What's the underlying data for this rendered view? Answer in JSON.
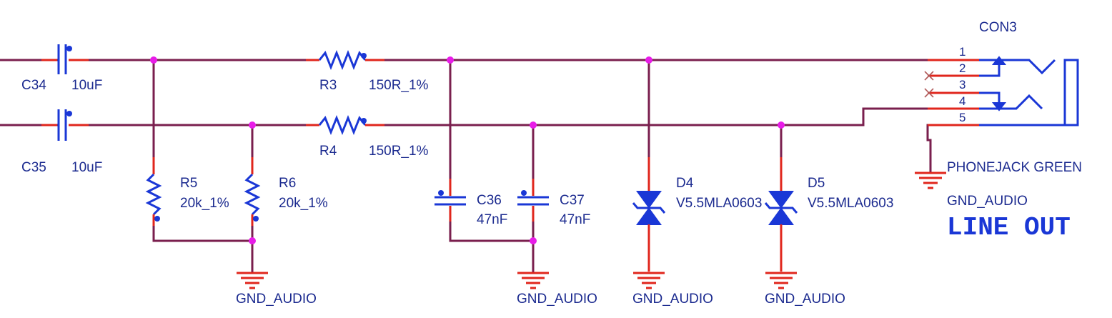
{
  "title": "LINE OUT",
  "capacitors": [
    {
      "ref": "C34",
      "value": "10uF"
    },
    {
      "ref": "C35",
      "value": "10uF"
    },
    {
      "ref": "C36",
      "value": "47nF"
    },
    {
      "ref": "C37",
      "value": "47nF"
    }
  ],
  "resistors": [
    {
      "ref": "R3",
      "value": "150R_1%"
    },
    {
      "ref": "R4",
      "value": "150R_1%"
    },
    {
      "ref": "R5",
      "value": "20k_1%"
    },
    {
      "ref": "R6",
      "value": "20k_1%"
    }
  ],
  "diodes": [
    {
      "ref": "D4",
      "value": "V5.5MLA0603"
    },
    {
      "ref": "D5",
      "value": "V5.5MLA0603"
    }
  ],
  "connector": {
    "ref": "CON3",
    "value": "PHONEJACK GREEN",
    "pins": [
      "1",
      "2",
      "3",
      "4",
      "5"
    ]
  },
  "ground_net": "GND_AUDIO",
  "colors": {
    "wire": "#7a1f4e",
    "pin": "#e0261c",
    "symbol": "#1a37d6",
    "junction": "#e81ce8",
    "label": "#1b2a8f"
  }
}
